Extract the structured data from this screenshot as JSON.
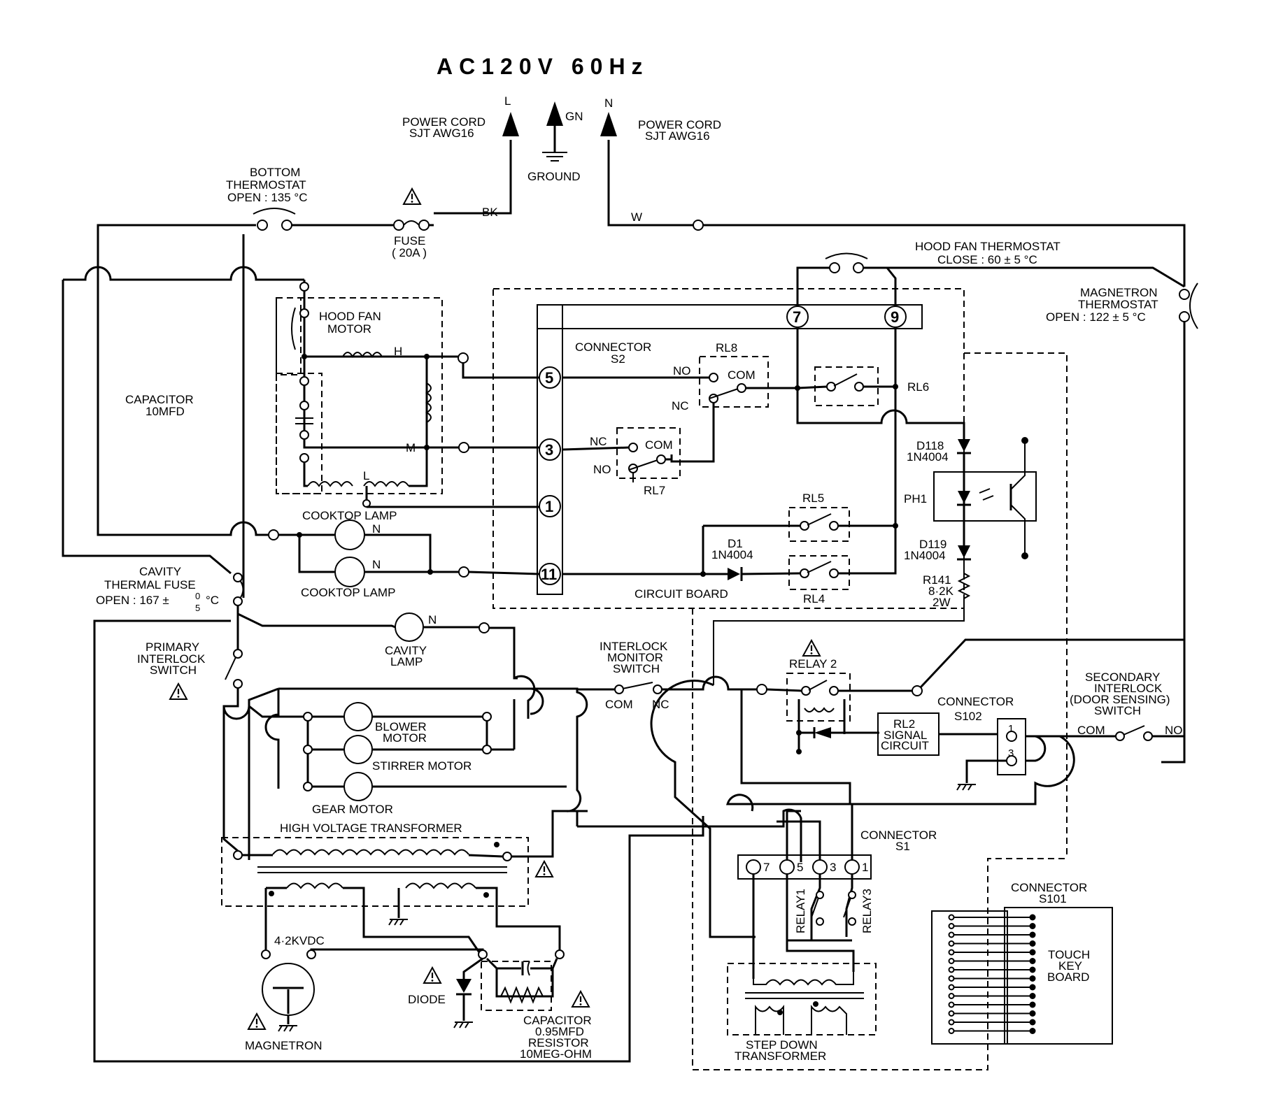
{
  "title": "AC120V 60Hz",
  "power": {
    "line_label": "L",
    "ground_label": "GN",
    "neutral_label": "N",
    "cord_left": [
      "POWER CORD",
      "SJT AWG16"
    ],
    "cord_right": [
      "POWER CORD",
      "SJT AWG16"
    ],
    "ground": "GROUND",
    "bk": "BK",
    "w": "W"
  },
  "components": {
    "bottom_thermostat": [
      "BOTTOM",
      "THERMOSTAT",
      "OPEN : 135 °C"
    ],
    "fuse": [
      "FUSE",
      "( 20A )"
    ],
    "hood_fan_thermostat": [
      "HOOD FAN THERMOSTAT",
      "CLOSE : 60 ± 5 °C"
    ],
    "magnetron_thermostat": [
      "MAGNETRON",
      "THERMOSTAT",
      "OPEN : 122 ± 5 °C"
    ],
    "capacitor": [
      "CAPACITOR",
      "10MFD"
    ],
    "hood_fan_motor": [
      "HOOD FAN",
      "MOTOR"
    ],
    "fan_taps": [
      "H",
      "M",
      "L"
    ],
    "connector_s2": [
      "CONNECTOR",
      "S2"
    ],
    "s2_pins": [
      "7",
      "9",
      "5",
      "3",
      "1",
      "11"
    ],
    "rl8": "RL8",
    "rl7": "RL7",
    "rl6": "RL6",
    "rl5": "RL5",
    "rl4": "RL4",
    "no": "NO",
    "nc": "NC",
    "com": "COM",
    "d118": [
      "D118",
      "1N4004"
    ],
    "d119": [
      "D119",
      "1N4004"
    ],
    "ph1": "PH1",
    "r141": [
      "R141",
      "8·2K",
      "2W"
    ],
    "d1": [
      "D1",
      "1N4004"
    ],
    "circuit_board": "CIRCUIT BOARD",
    "cooktop_lamp": "COOKTOP LAMP",
    "lamp_n": "N",
    "cavity_thermal_fuse": [
      "CAVITY",
      "THERMAL FUSE",
      "OPEN : 167 ±"
    ],
    "fuse_tol_top": "0",
    "fuse_tol_bot": "5",
    "fuse_unit": "°C",
    "primary_interlock": [
      "PRIMARY",
      "INTERLOCK",
      "SWITCH"
    ],
    "cavity_lamp": [
      "CAVITY",
      "LAMP"
    ],
    "interlock_monitor": [
      "INTERLOCK",
      "MONITOR",
      "SWITCH"
    ],
    "relay2": "RELAY 2",
    "rl2_signal": [
      "RL2",
      "SIGNAL",
      "CIRCUIT"
    ],
    "connector_s102": [
      "CONNECTOR",
      "S102"
    ],
    "s102_pins": [
      "1",
      "3"
    ],
    "secondary_interlock": [
      "SECONDARY",
      "INTERLOCK",
      "(DOOR SENSING)",
      "SWITCH"
    ],
    "blower_motor": [
      "BLOWER",
      "MOTOR"
    ],
    "stirrer_motor": "STIRRER MOTOR",
    "gear_motor": "GEAR MOTOR",
    "hv_transformer": "HIGH VOLTAGE TRANSFORMER",
    "kvdc": "4·2KVDC",
    "magnetron": "MAGNETRON",
    "diode": "DIODE",
    "hv_capacitor": [
      "CAPACITOR",
      "0.95MFD",
      "RESISTOR",
      "10MEG-OHM"
    ],
    "connector_s1": [
      "CONNECTOR",
      "S1"
    ],
    "s1_pins": [
      "7",
      "5",
      "3",
      "1"
    ],
    "relay1": "RELAY1",
    "relay3": "RELAY3",
    "step_down": [
      "STEP DOWN",
      "TRANSFORMER"
    ],
    "connector_s101": [
      "CONNECTOR",
      "S101"
    ],
    "touch_key": [
      "TOUCH",
      "KEY",
      "BOARD"
    ]
  }
}
